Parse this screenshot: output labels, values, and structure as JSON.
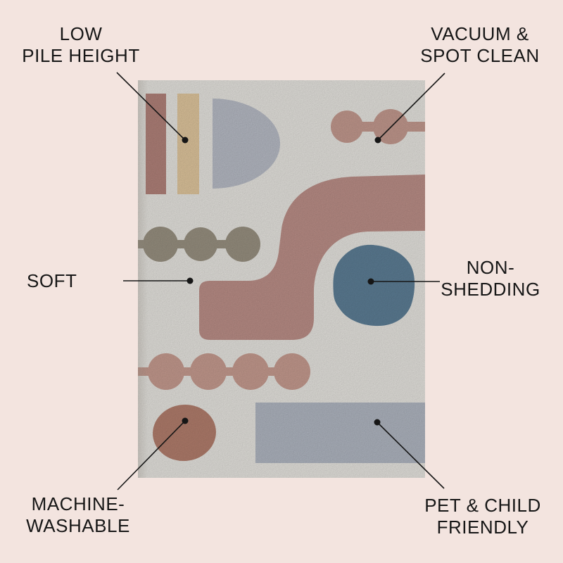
{
  "callouts": [
    {
      "id": "low-pile-height",
      "lines": [
        "LOW",
        "PILE HEIGHT"
      ]
    },
    {
      "id": "vacuum-spot-clean",
      "lines": [
        "VACUUM &",
        "SPOT CLEAN"
      ]
    },
    {
      "id": "soft",
      "lines": [
        "SOFT"
      ]
    },
    {
      "id": "non-shedding",
      "lines": [
        "NON-",
        "SHEDDING"
      ]
    },
    {
      "id": "machine-washable",
      "lines": [
        "MACHINE-",
        "WASHABLE"
      ]
    },
    {
      "id": "pet-child-friendly",
      "lines": [
        "PET & CHILD",
        "FRIENDLY"
      ]
    }
  ],
  "colors": {
    "page_bg": "#f3e4df",
    "rug_bg": "#e9e7e2",
    "rug_edge_shade": "#d9d5cf",
    "stripe_rose": "#b3837b",
    "stripe_cream": "#e2c89f",
    "arch_gray": "#b9bdc7",
    "dots_blush": "#c59b90",
    "dots_olive": "#9a9282",
    "band_rose": "#bd9089",
    "blob_blue": "#5e7f97",
    "dots_pink": "#c89d91",
    "oval_terracotta": "#b47f6e",
    "rect_gray": "#b2b8c3",
    "label_text": "#161616",
    "line_black": "#161616"
  }
}
